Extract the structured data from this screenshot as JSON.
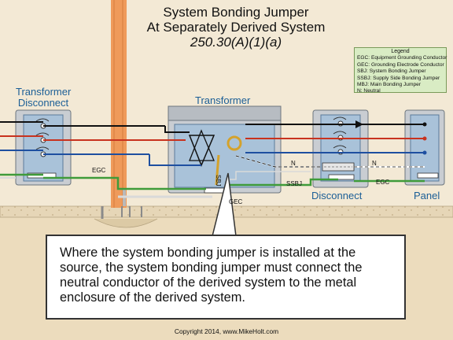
{
  "title": {
    "line1": "System Bonding Jumper",
    "line2": "At Separately Derived System",
    "line3": "250.30(A)(1)(a)"
  },
  "legend": {
    "heading": "Legend",
    "items": [
      "EGC: Equipment Grounding Conductor",
      "GEC: Grounding Electrode Conductor",
      "SBJ: System Bonding Jumper",
      "SSBJ: Supply Side Bonding Jumper",
      "MBJ: Main Bonding Jumper",
      "N: Neutral"
    ]
  },
  "labels": {
    "transformer_disconnect_1": "Transformer",
    "transformer_disconnect_2": "Disconnect",
    "transformer": "Transformer",
    "disconnect": "Disconnect",
    "panel": "Panel",
    "egc_left": "EGC",
    "egc_right": "EGC",
    "gec": "GEC",
    "sbj": "SBJ",
    "ssbj": "SSBJ",
    "n1": "N",
    "n2": "N"
  },
  "callout": "Where the system bonding jumper is installed at the source, the system bonding jumper must connect the neutral conductor of the derived system to the metal enclosure of the derived system.",
  "copyright": "Copyright 2014, www.MikeHolt.com",
  "colors": {
    "background": "#f3e9d5",
    "enclosure": "#c9cdd2",
    "box_panel": "#a9c2d9",
    "pole": "#ef9a5a",
    "phase_red": "#c8321e",
    "phase_blue": "#1e4fa0",
    "ground_green": "#3f9b3a",
    "legend_bg": "#d9ecc4",
    "label_blue": "#1b5e96"
  }
}
